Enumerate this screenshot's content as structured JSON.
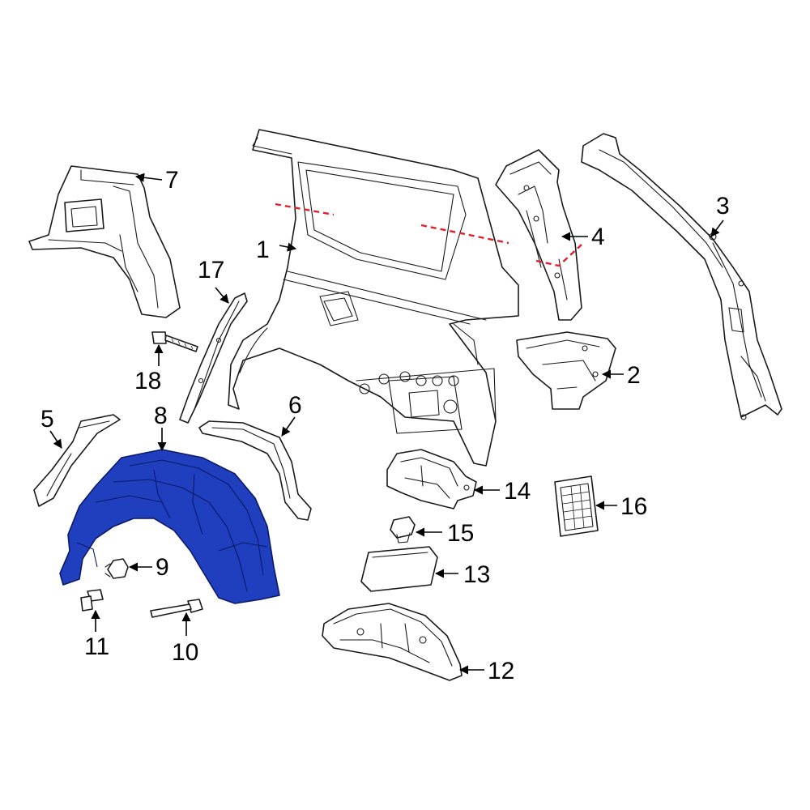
{
  "colors": {
    "highlight": "#1f3fbf",
    "cut_line": "#e0212b"
  },
  "callouts": {
    "c1": "1",
    "c2": "2",
    "c3": "3",
    "c4": "4",
    "c5": "5",
    "c6": "6",
    "c7": "7",
    "c8": "8",
    "c9": "9",
    "c10": "10",
    "c11": "11",
    "c12": "12",
    "c13": "13",
    "c14": "14",
    "c15": "15",
    "c16": "16",
    "c17": "17",
    "c18": "18"
  }
}
